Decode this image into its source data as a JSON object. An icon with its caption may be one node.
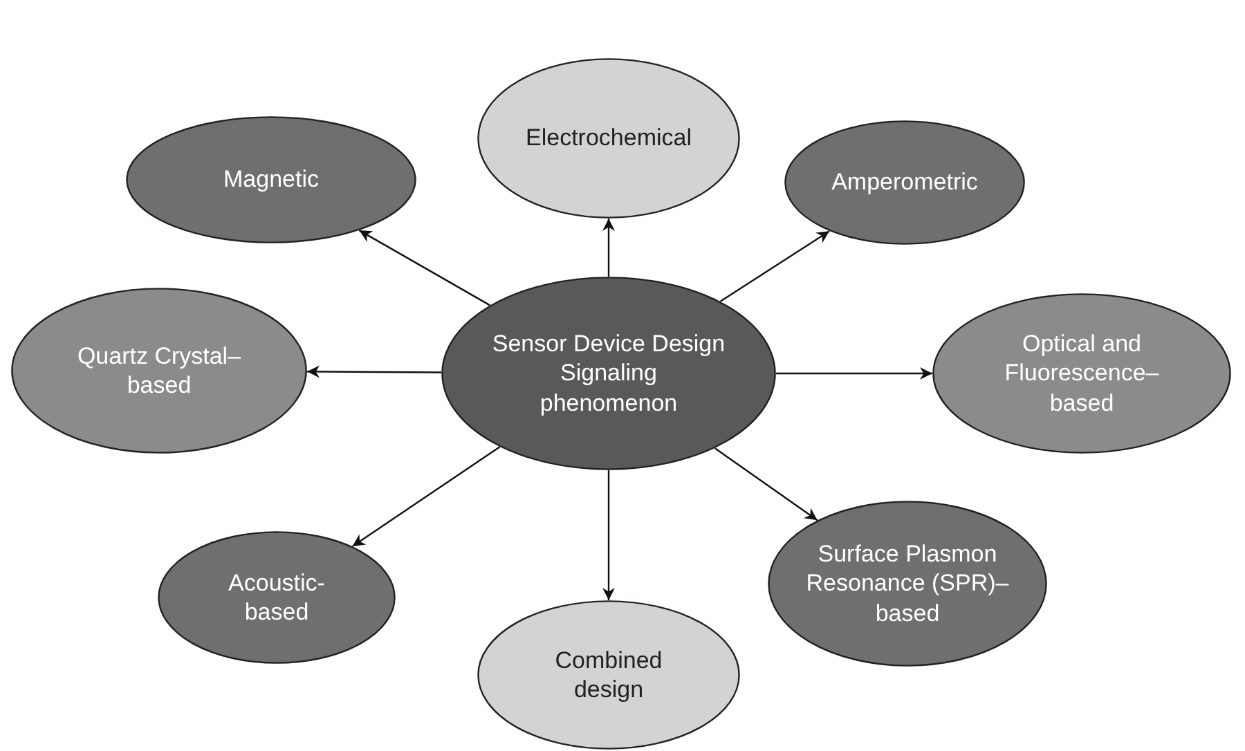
{
  "diagram": {
    "nodes": [
      {
        "text": [
          "Sensor Device Design Signaling phenomenon"
        ]
      },
      {
        "text": [
          "Electrochemical"
        ]
      },
      {
        "text": [
          "Magnetic"
        ]
      },
      {
        "text": [
          "Amperometric"
        ]
      },
      {
        "text": [
          "Quartz Crystal–based"
        ]
      },
      {
        "text": [
          "Optical and Fluorescence–based"
        ]
      },
      {
        "text": [
          "Acoustic-based"
        ]
      },
      {
        "text": [
          "Surface Plasmon Resonance (SPR)–based"
        ]
      },
      {
        "text": [
          "Combined design"
        ]
      }
    ],
    "edges": [
      {
        "from": 0,
        "to": 1,
        "arrow": "to"
      },
      {
        "from": 0,
        "to": 2,
        "arrow": "to"
      },
      {
        "from": 0,
        "to": 3,
        "arrow": "to"
      },
      {
        "from": 0,
        "to": 4,
        "arrow": "to"
      },
      {
        "from": 0,
        "to": 5,
        "arrow": "to"
      },
      {
        "from": 0,
        "to": 6,
        "arrow": "to"
      },
      {
        "from": 0,
        "to": 7,
        "arrow": "to"
      },
      {
        "from": 0,
        "to": 8,
        "arrow": "to"
      }
    ]
  }
}
